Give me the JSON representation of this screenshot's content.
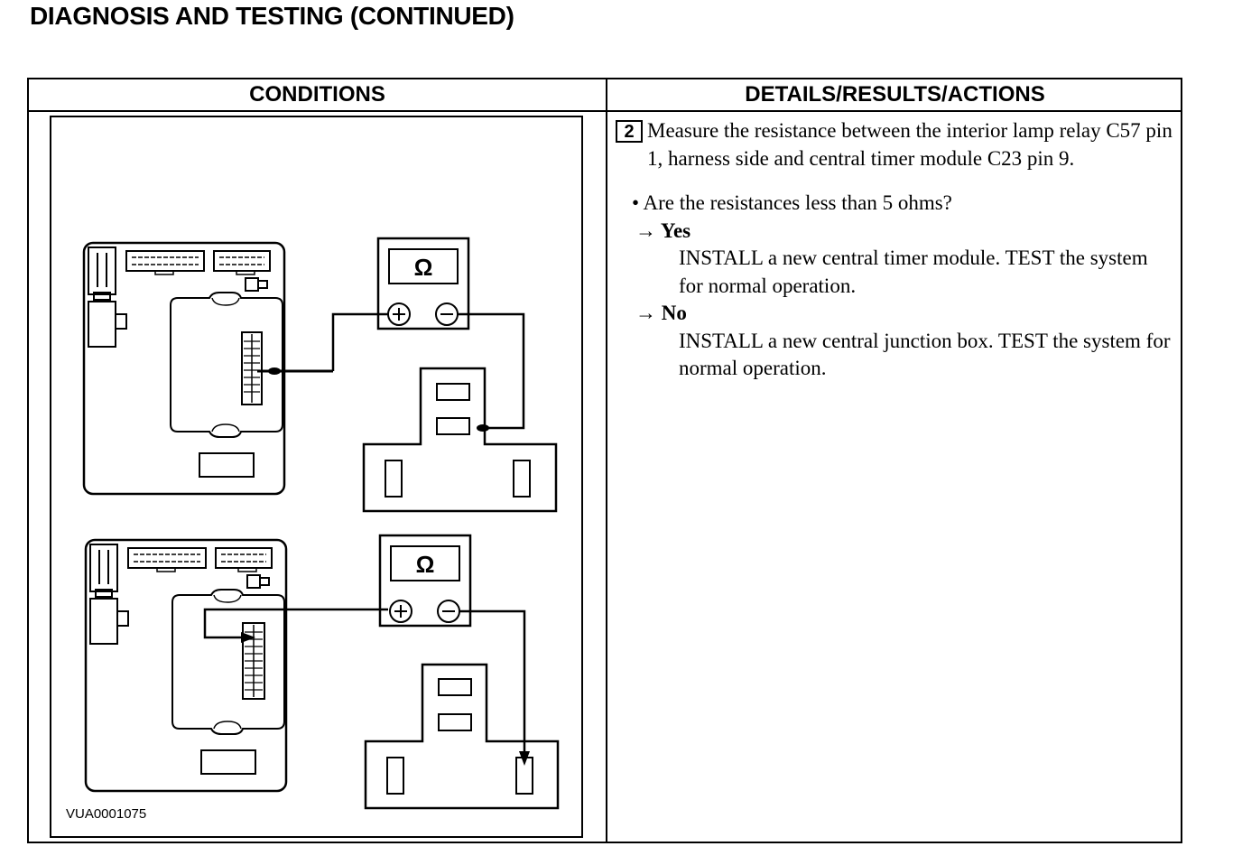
{
  "page_title": "DIAGNOSIS AND TESTING (CONTINUED)",
  "table": {
    "col_conditions": "CONDITIONS",
    "col_details": "DETAILS/RESULTS/ACTIONS"
  },
  "figure": {
    "code": "VUA0001075",
    "meter_symbol": "Ω"
  },
  "step": {
    "number": "2",
    "instruction": "Measure the resistance between the interior lamp relay C57 pin 1, harness side and central timer module C23 pin 9.",
    "question": "• Are the resistances less than 5 ohms?",
    "yes_label": "→ Yes",
    "yes_action": "INSTALL a new central timer module. TEST the system for normal operation.",
    "no_label": "→ No",
    "no_action": "INSTALL a new central junction box. TEST the system for normal operation."
  }
}
